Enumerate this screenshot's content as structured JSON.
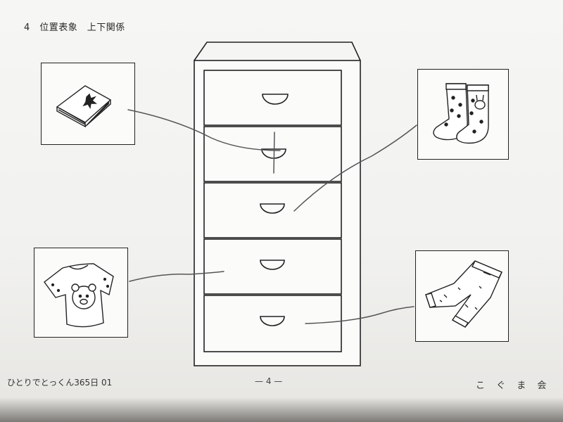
{
  "header": {
    "title": "4　位置表象　上下関係"
  },
  "footer": {
    "series": "ひとりでとっくん365日 01",
    "page": "— 4 —",
    "publisher": "こ ぐ ま 会"
  },
  "items": [
    {
      "name": "handkerchief",
      "icon": "folded-handkerchief-icon"
    },
    {
      "name": "socks",
      "icon": "socks-icon"
    },
    {
      "name": "tshirt",
      "icon": "tshirt-icon"
    },
    {
      "name": "pants",
      "icon": "pants-icon"
    }
  ],
  "cabinet": {
    "drawer_count": 5
  },
  "colors": {
    "ink": "#222222",
    "pencil": "#4a4a4a",
    "paper": "#f4f4f2"
  }
}
